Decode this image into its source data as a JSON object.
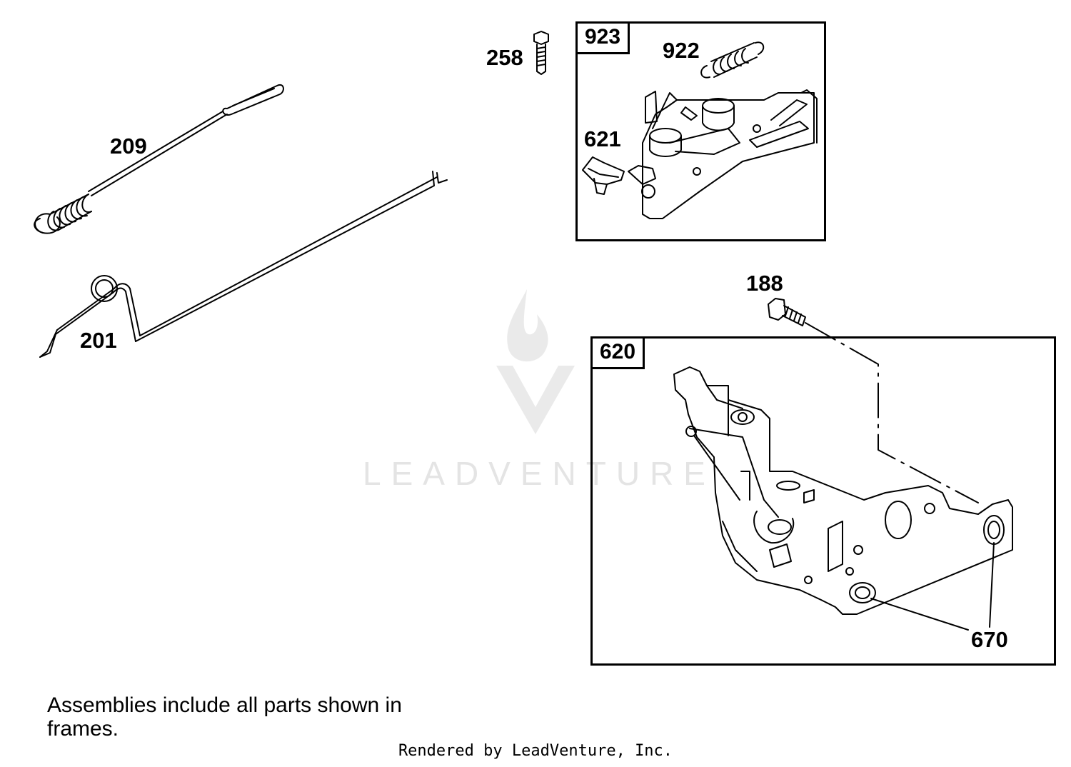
{
  "labels": {
    "p258": "258",
    "p923": "923",
    "p922": "922",
    "p209": "209",
    "p621": "621",
    "p201": "201",
    "p188": "188",
    "p620": "620",
    "p670": "670"
  },
  "note": "Assemblies include all parts shown in frames.",
  "footer": "Rendered by LeadVenture, Inc.",
  "watermark": {
    "text": "LEADVENTURE",
    "icon": "leadventure-flame-logo",
    "color": "#e4e4e4"
  }
}
